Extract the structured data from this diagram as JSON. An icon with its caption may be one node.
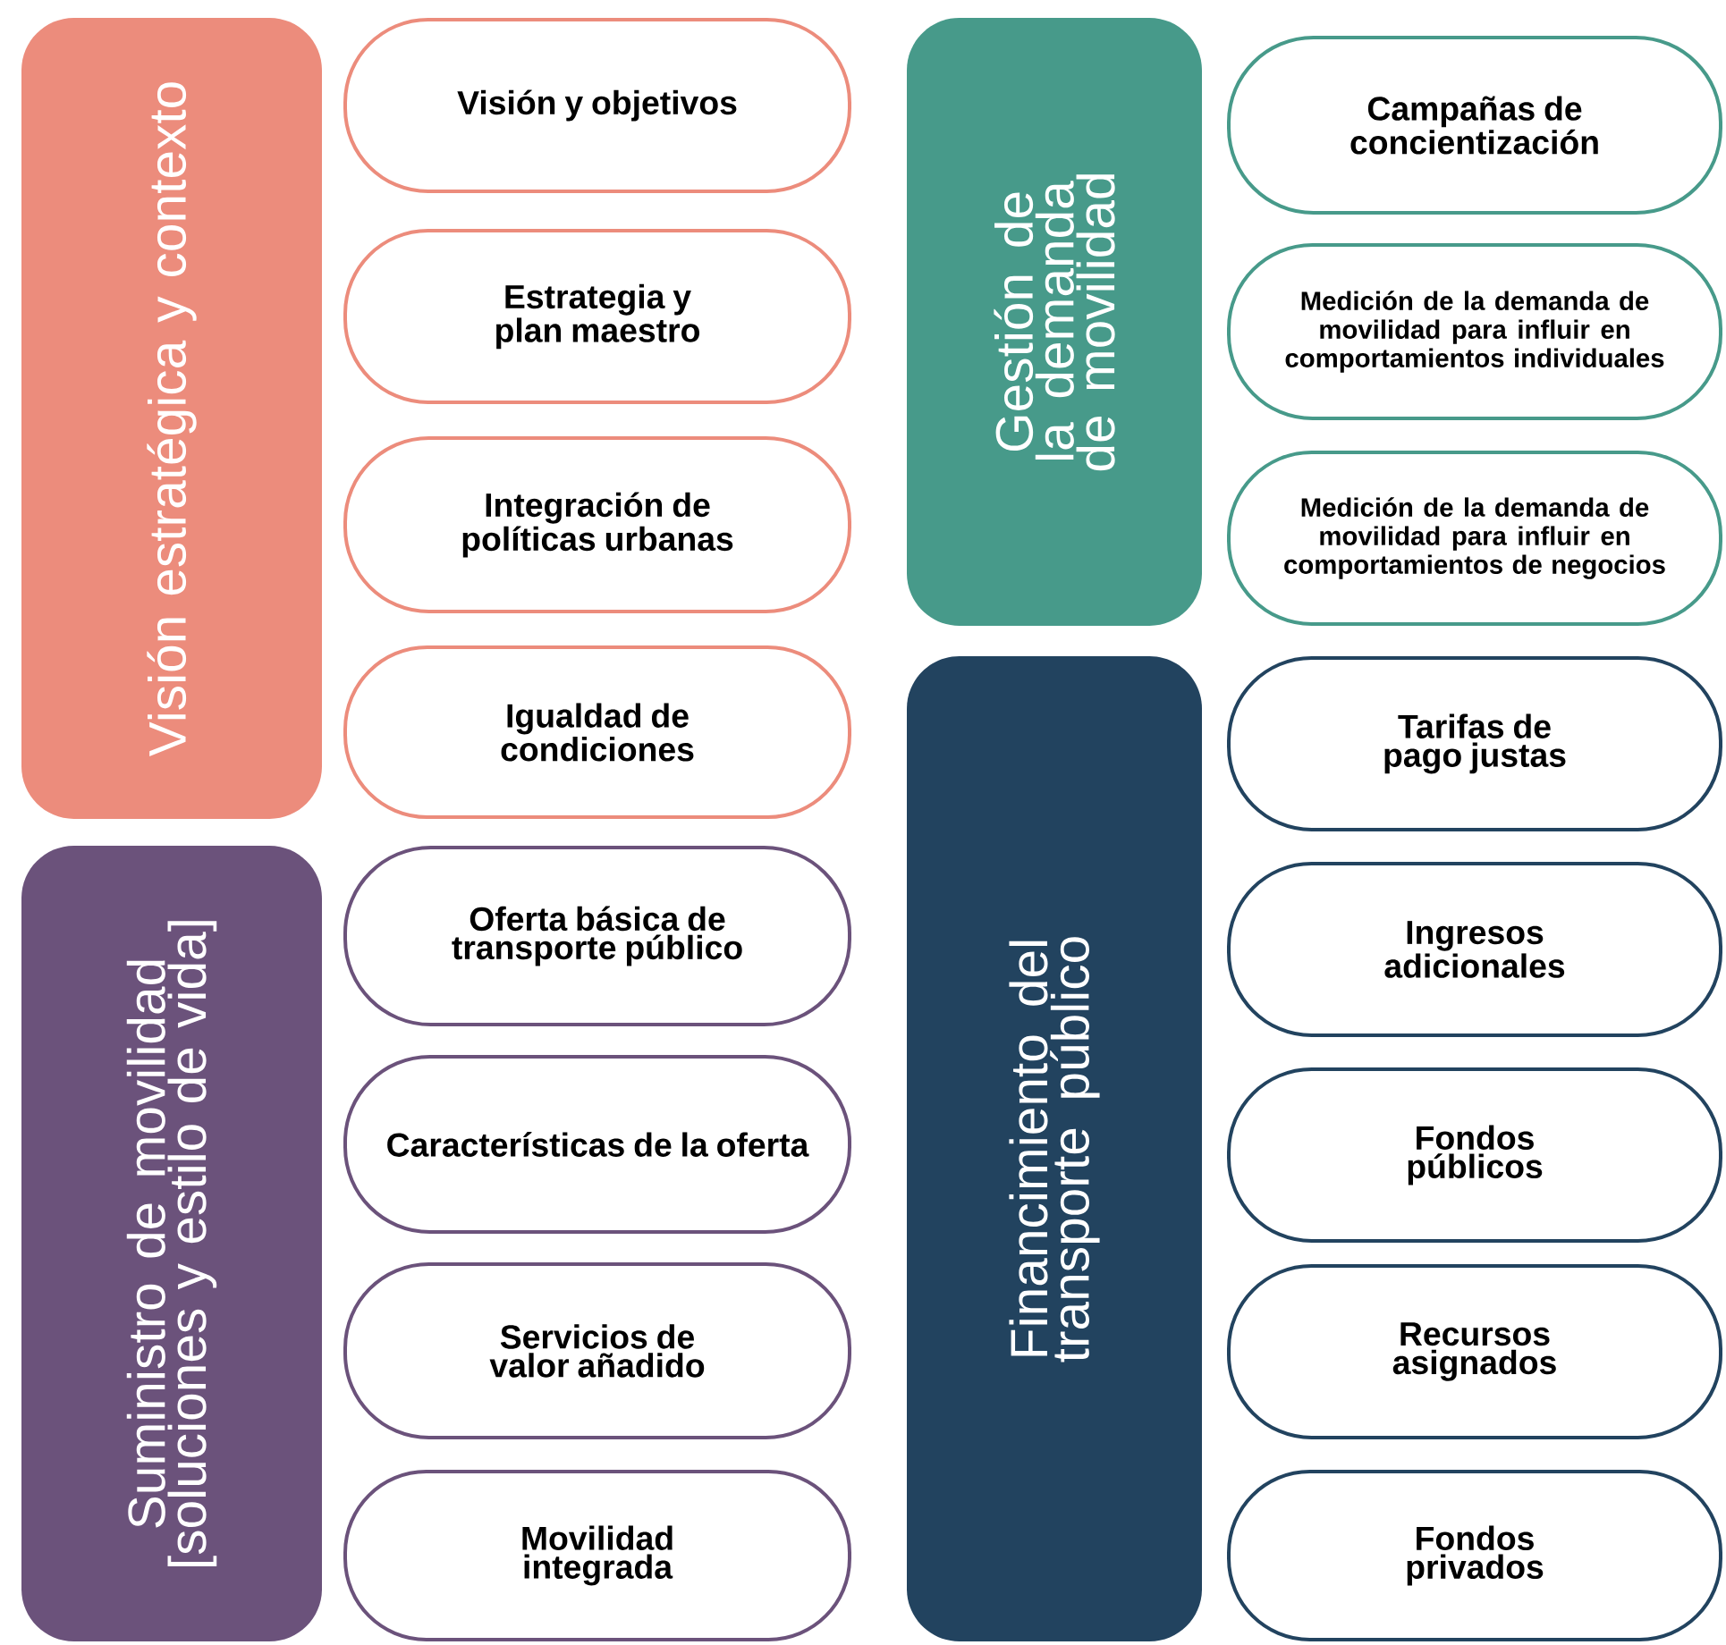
{
  "diagram": {
    "nodes": [
      {
        "text": [
          "Visión estratégica y contexto"
        ]
      },
      {
        "text": [
          "Visión y objetivos"
        ]
      },
      {
        "text": [
          "Estrategia y plan maestro"
        ]
      },
      {
        "text": [
          "Integración de políticas urbanas"
        ]
      },
      {
        "text": [
          "Igualdad de condiciones"
        ]
      },
      {
        "text": [
          "Suministro de movilidad [soluciones y estilo de vida]"
        ]
      },
      {
        "text": [
          "Oferta básica de transporte público"
        ]
      },
      {
        "text": [
          "Características de la oferta"
        ]
      },
      {
        "text": [
          "Servicios de valor añadido"
        ]
      },
      {
        "text": [
          "Movilidad integrada"
        ]
      },
      {
        "text": [
          "Gestión de la demanda de movilidad"
        ]
      },
      {
        "text": [
          "Campañas de concientización"
        ]
      },
      {
        "text": [
          "Medición de la demanda de movilidad para influir en comportamientos individuales"
        ]
      },
      {
        "text": [
          "Medición de la demanda de movilidad para influir en comportamientos de negocios"
        ]
      },
      {
        "text": [
          "Financimiento del transporte público"
        ]
      },
      {
        "text": [
          "Tarifas de pago justas"
        ]
      },
      {
        "text": [
          "Ingresos adicionales"
        ]
      },
      {
        "text": [
          "Fondos públicos"
        ]
      },
      {
        "text": [
          "Recursos asignados"
        ]
      },
      {
        "text": [
          "Fondos privados"
        ]
      }
    ]
  }
}
